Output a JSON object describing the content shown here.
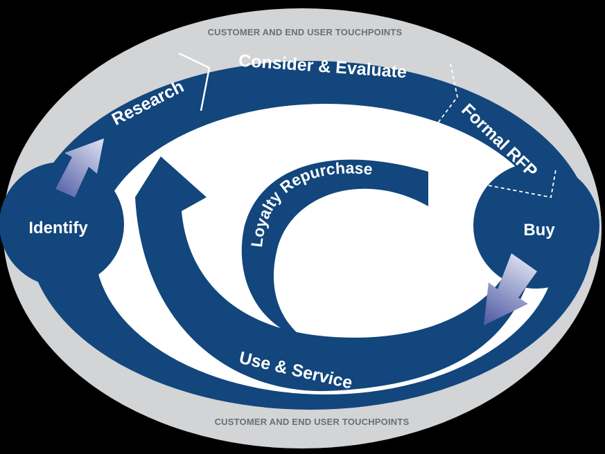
{
  "colors": {
    "background": "#000000",
    "outer_ring": "#d3d4d6",
    "band": "#12467c",
    "inner": "#ffffff",
    "label_text": "#ffffff",
    "touchpoint_text": "#6d6e71",
    "arrow_light": "#dfe3f3",
    "arrow_dark": "#5560a6",
    "separator": "#ffffff"
  },
  "touchpoints": {
    "top": "CUSTOMER AND END USER TOUCHPOINTS",
    "bottom": "CUSTOMER AND END USER TOUCHPOINTS"
  },
  "stages": {
    "identify": "Identify",
    "research": "Research",
    "consider": "Consider & Evaluate",
    "formal_rfp": "Formal RFP",
    "buy": "Buy",
    "use_service": "Use & Service",
    "loyalty": "Loyalty Repurchase"
  },
  "icons": {
    "identify_to_research": "arrow-up-right-icon",
    "buy_to_use": "arrow-down-left-icon"
  }
}
